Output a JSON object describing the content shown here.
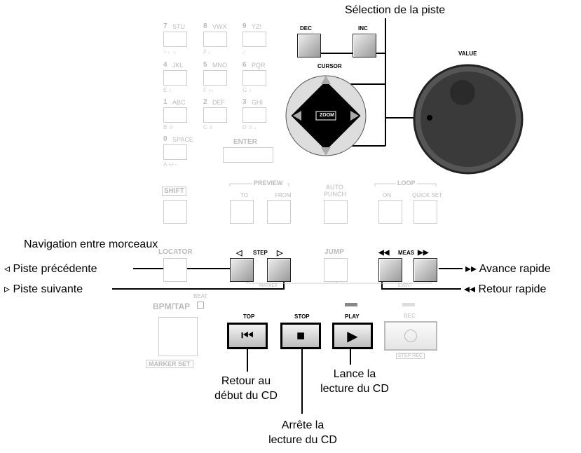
{
  "keypad": {
    "keys": [
      {
        "num": "7",
        "letters": "STU",
        "sub": "♭   ♩₃"
      },
      {
        "num": "8",
        "letters": "VWX",
        "sub": "#   ♩"
      },
      {
        "num": "9",
        "letters": "YZ!",
        "sub": "𝅗𝅥"
      },
      {
        "num": "4",
        "letters": "JKL",
        "sub": "E   ♪"
      },
      {
        "num": "5",
        "letters": "MNO",
        "sub": "F   ♪₃"
      },
      {
        "num": "6",
        "letters": "PQR",
        "sub": "G   ♪"
      },
      {
        "num": "1",
        "letters": "ABC",
        "sub": "B   ♬"
      },
      {
        "num": "2",
        "letters": "DEF",
        "sub": "C   ♬"
      },
      {
        "num": "3",
        "letters": "GHI",
        "sub": "D   ♬₃"
      },
      {
        "num": "0",
        "letters": "SPACE",
        "sub": "A   +/−"
      }
    ],
    "enter": "ENTER"
  },
  "controls": {
    "dec": "DEC",
    "inc": "INC",
    "cursor": "CURSOR",
    "value": "VALUE",
    "zoom": "ZOOM",
    "shift": "SHIFT",
    "preview": "PREVIEW",
    "preview_to": "TO",
    "preview_from": "FROM",
    "auto_punch_1": "AUTO",
    "auto_punch_2": "PUNCH",
    "loop": "LOOP",
    "loop_on": "ON",
    "loop_quick_set": "QUICK SET",
    "locator": "LOCATOR",
    "step": "STEP",
    "jump": "JUMP",
    "meas": "MEAS",
    "marker": "MARKER",
    "event": "EVENT",
    "bpm_tap": "BPM/TAP",
    "beat": "BEAT",
    "marker_set": "MARKER SET",
    "top": "TOP",
    "stop": "STOP",
    "play": "PLAY",
    "rec": "REC",
    "step_rec": "STEP REC"
  },
  "annotations": {
    "track_select": "Sélection de la piste",
    "song_nav": "Navigation entre morceaux",
    "prev_track": "◃  Piste précédente",
    "next_track": "▹  Piste suivante",
    "fast_forward": "▸▸    Avance rapide",
    "rewind": "◂◂    Retour rapide",
    "return_start_1": "Retour au",
    "return_start_2": "début du CD",
    "start_play_1": "Lance la",
    "start_play_2": "lecture du CD",
    "stop_play_1": "Arrête la",
    "stop_play_2": "lecture du CD"
  }
}
